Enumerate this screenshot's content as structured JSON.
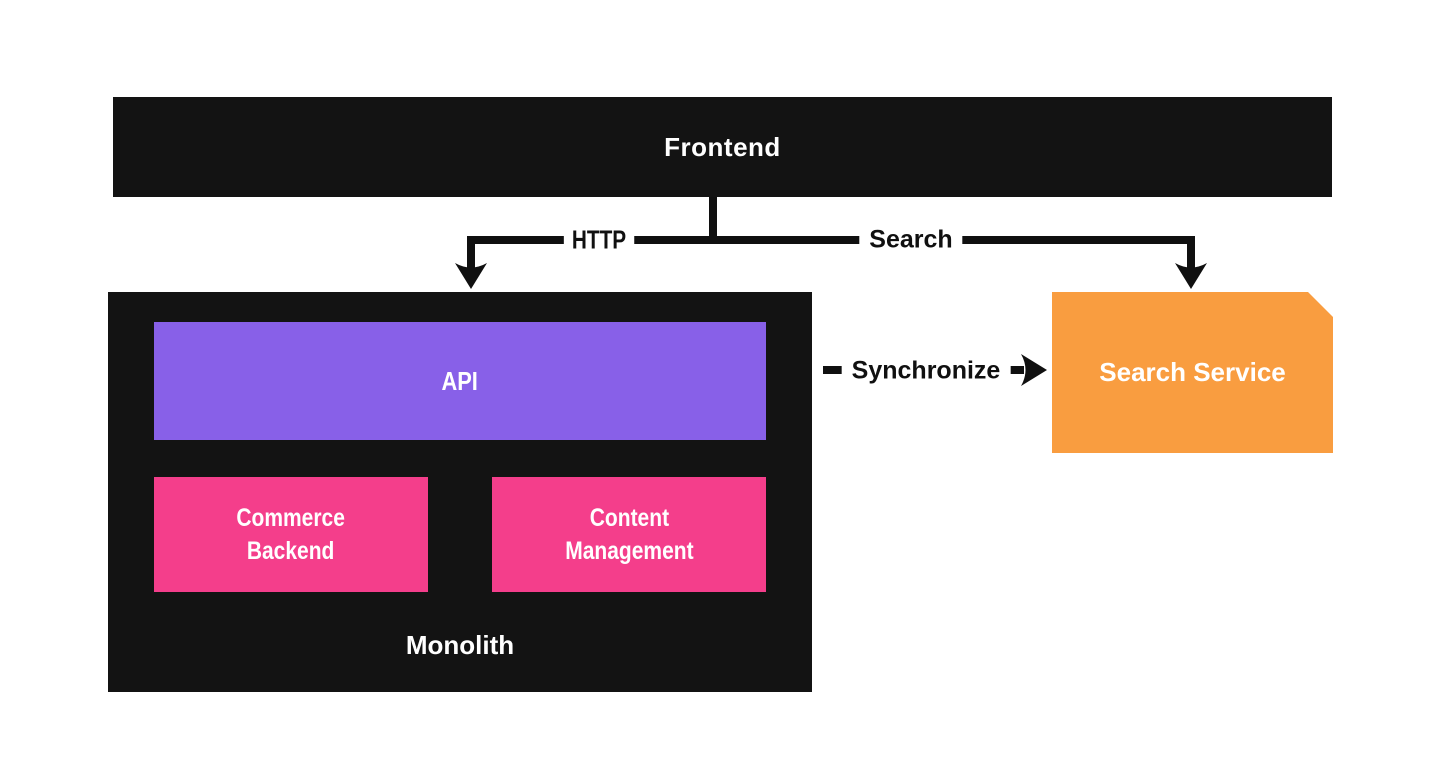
{
  "title": "Monolith and search service architecture diagram",
  "colors": {
    "background": "#ffffff",
    "box_black": "#131313",
    "purple": "#8860E8",
    "pink": "#F43E8B",
    "orange": "#F99D40",
    "ink": "#101010",
    "box_text": "#ffffff"
  },
  "nodes": {
    "frontend": {
      "label": "Frontend"
    },
    "monolith": {
      "label": "Monolith"
    },
    "api": {
      "label": "API"
    },
    "commerce_backend": {
      "lines": [
        "Commerce",
        "Backend"
      ]
    },
    "content_management": {
      "lines": [
        "Content",
        "Management"
      ]
    },
    "search_service": {
      "label": "Search Service"
    }
  },
  "edges": {
    "http": {
      "label": "HTTP",
      "from": "Frontend",
      "to": "Monolith"
    },
    "search": {
      "label": "Search",
      "from": "Frontend",
      "to": "Search Service"
    },
    "synchronize": {
      "label": "Synchronize",
      "from": "Monolith",
      "to": "Search Service"
    }
  }
}
